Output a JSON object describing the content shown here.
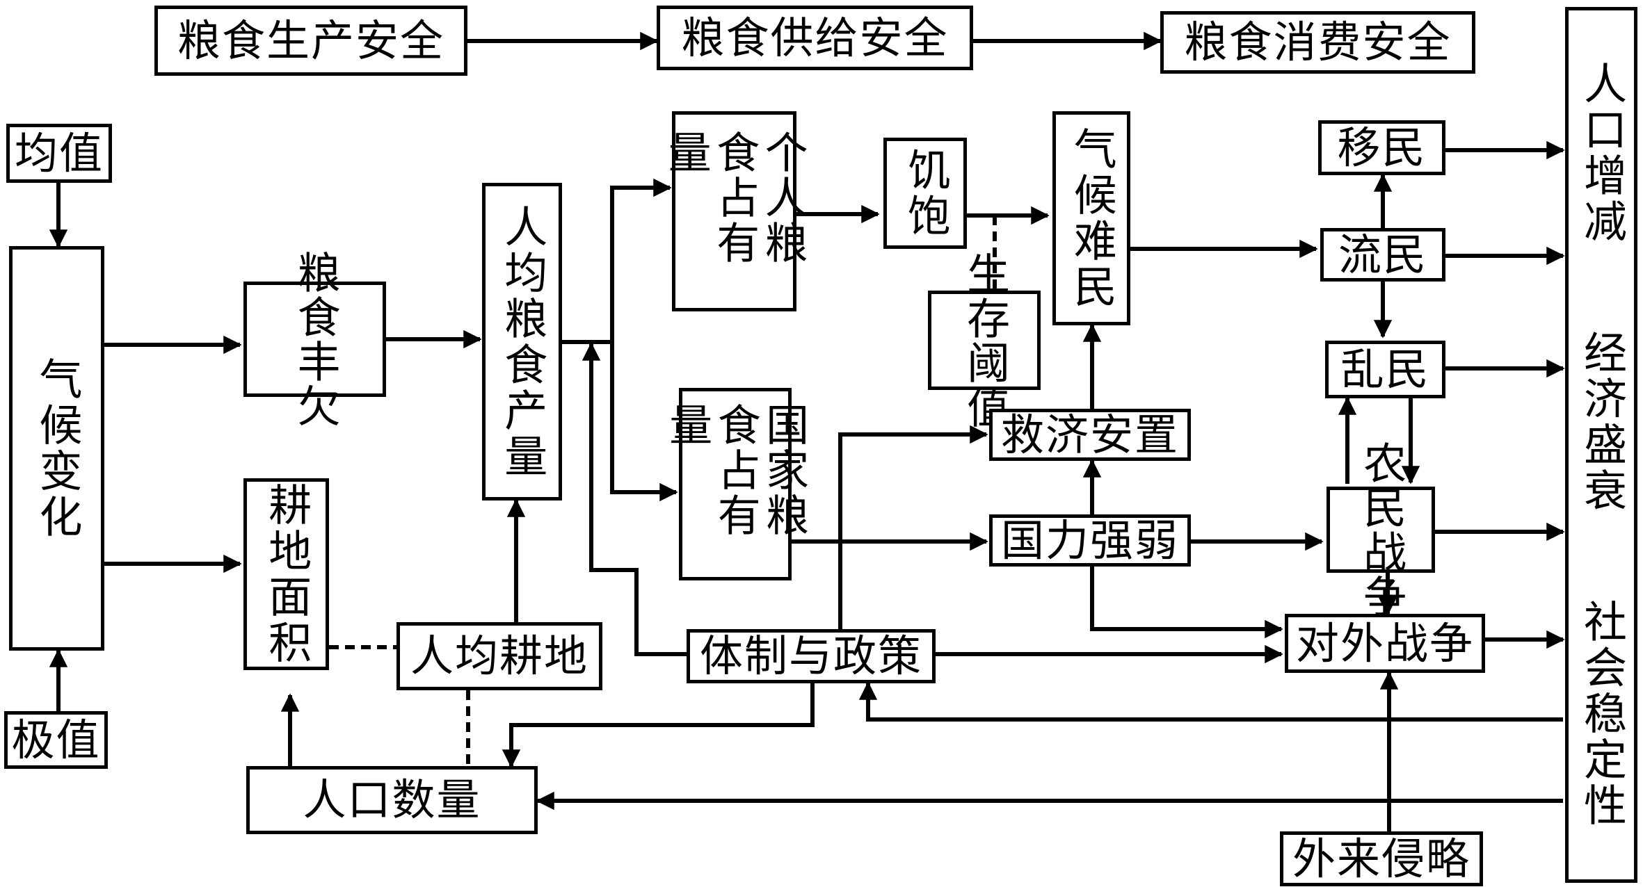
{
  "top_chain": {
    "production": "粮食生产安全",
    "supply": "粮食供给安全",
    "consumption": "粮食消费安全"
  },
  "nodes": {
    "mean": "均值",
    "extreme": "极值",
    "climate_change": "气候变化",
    "food_surplus": "粮食丰欠",
    "farmland_area": "耕地面积",
    "per_capita_grain": "人均粮食产量",
    "per_capita_farmland": "人均耕地",
    "population": "人口数量",
    "personal_grain": "个人粮食占有量",
    "national_grain": "国家粮食占有量",
    "hunger": "饥饱",
    "survival_threshold": "生存阈值",
    "climate_refugees": "气候难民",
    "relief": "救济安置",
    "national_strength": "国力强弱",
    "institution_policy": "体制与政策",
    "migrants": "移民",
    "vagrants": "流民",
    "rebels": "乱民",
    "peasant_war": "农民战争",
    "foreign_war": "对外战争",
    "foreign_invasion": "外来侵略"
  },
  "outcomes": {
    "population_change": "人口增减",
    "economy": "经济盛衰",
    "social_stability": "社会稳定性"
  }
}
